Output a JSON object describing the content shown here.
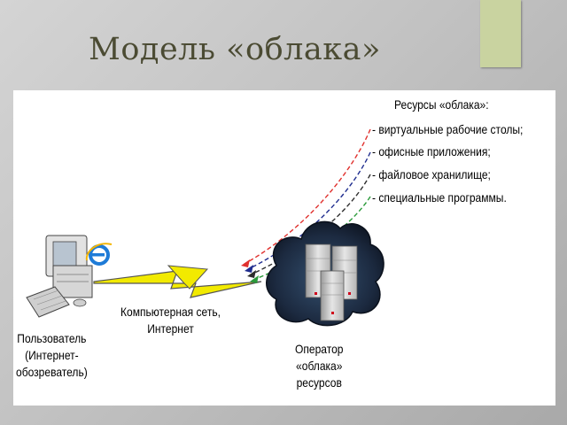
{
  "slide": {
    "title": "Модель «облака»"
  },
  "resources": {
    "title": "Ресурсы «облака»:",
    "items": [
      "- виртуальные рабочие столы;",
      "- офисные приложения;",
      "- файловое хранилище;",
      "- специальные  программы."
    ],
    "arrow_colors": [
      "#e0312e",
      "#1f2d8f",
      "#2d2d2d",
      "#2a9a3a"
    ]
  },
  "labels": {
    "network": [
      "Компьютерная сеть,",
      "Интернет"
    ],
    "user": [
      "Пользователь",
      "(Интернет-",
      "обозреватель)"
    ],
    "operator": [
      "Оператор",
      "«облака»",
      "ресурсов"
    ]
  },
  "icons": {
    "computer": "desktop-computer-icon",
    "browser": "internet-explorer-icon",
    "lightning": "lightning-bolt-icon",
    "cloud": "cloud-servers-icon"
  },
  "colors": {
    "accent_tab": "#c9d3a0",
    "lightning": "#f2ea00",
    "cloud": "#1d2a3f",
    "title": "#4b4b33"
  }
}
